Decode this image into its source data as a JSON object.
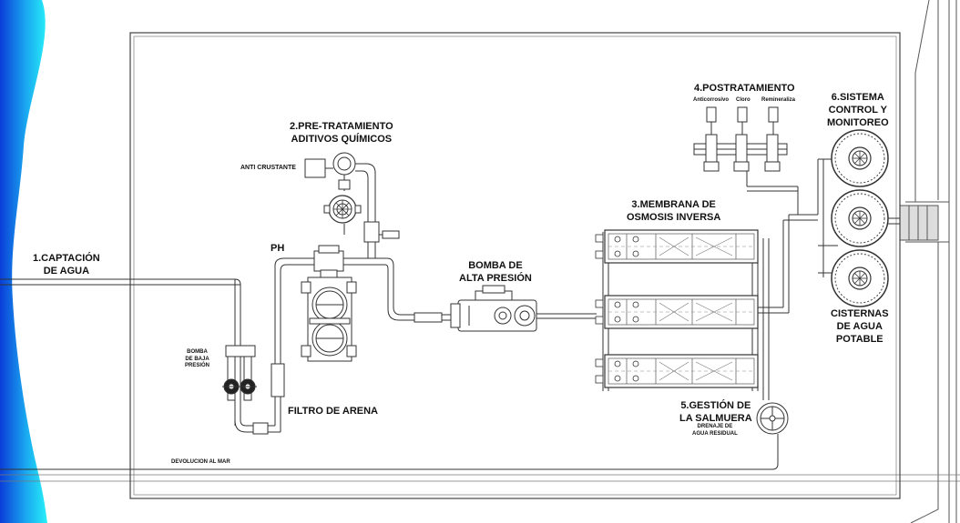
{
  "colors": {
    "water_dark": "#0a3dd8",
    "water_light": "#27f0f8",
    "line": "#3a3a3a"
  },
  "labels": {
    "captacion": [
      "1.CAPTACIÓN",
      "DE AGUA"
    ],
    "pretratamiento": [
      "2.PRE-TRATAMIENTO",
      "ADITIVOS QUÍMICOS"
    ],
    "anti_crustante": "ANTI CRUSTANTE",
    "ph": "PH",
    "bomba_baja": [
      "BOMBA",
      "DE BAJA",
      "PRESIÓN"
    ],
    "filtro_arena": "FILTRO DE ARENA",
    "bomba_alta": [
      "BOMBA DE",
      "ALTA PRESIÓN"
    ],
    "membrana": [
      "3.MEMBRANA DE",
      "OSMOSIS INVERSA"
    ],
    "postratamiento": "4.POSTRATAMIENTO",
    "post_items": [
      "Anticorrosivo",
      "Cloro",
      "Remineraliza"
    ],
    "salmuera": [
      "5.GESTIÓN DE",
      "LA SALMUERA"
    ],
    "drenaje": [
      "DRENAJE DE",
      "AGUA RESIDUAL"
    ],
    "sistema": [
      "6.SISTEMA",
      "CONTROL Y",
      "MONITOREO"
    ],
    "cisternas": [
      "CISTERNAS",
      "DE AGUA",
      "POTABLE"
    ],
    "devolucion": "DEVOLUCION AL MAR"
  }
}
